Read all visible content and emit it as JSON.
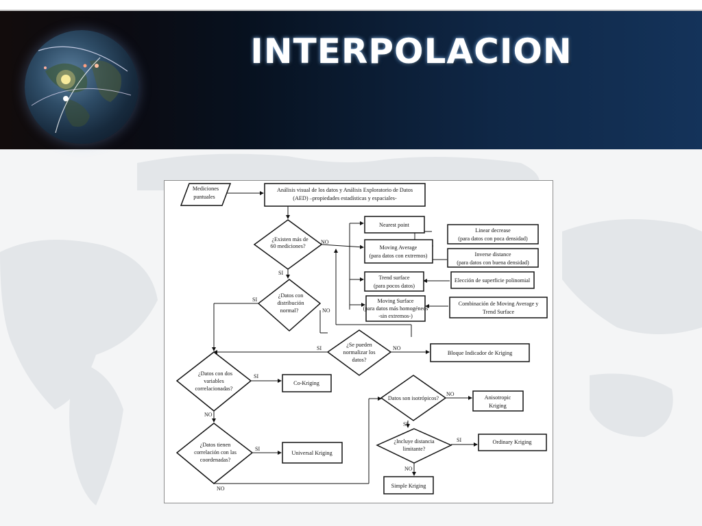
{
  "header": {
    "title": "INTERPOLACION"
  },
  "flowchart": {
    "input": [
      "Mediciones",
      "puntuales"
    ],
    "aed": [
      "Análisis visual de los datos y  Análisis Exploratorio de Datos",
      "(AED) –propiedades estadísticas y espaciales-"
    ],
    "d_60": [
      "¿Existen más de",
      "60 mediciones?"
    ],
    "nearest": "Nearest point",
    "moving_avg": [
      "Moving Average",
      "(para datos con extremos)"
    ],
    "linear_dec": [
      "Linear decrease",
      "(para datos con poca densidad)"
    ],
    "inv_dist": [
      "Inverse distance",
      "(para datos con buena densidad)"
    ],
    "trend": [
      "Trend surface",
      "(para pocos datos)"
    ],
    "eleccion": "Elección de superficie polinomial",
    "moving_surf": [
      "Moving Surface",
      "(para datos más homogéneos",
      "-sin extremos-)"
    ],
    "combinacion": [
      "Combinación de Moving Average y",
      "Trend Surface"
    ],
    "d_normal": [
      "¿Datos con",
      "distribución",
      "normal?"
    ],
    "d_normalizar": [
      "¿Se pueden",
      "normalizar los",
      "datos?"
    ],
    "bloque": "Bloque Indicador de Kriging",
    "d_vars": [
      "¿Datos con dos",
      "variables",
      "correlacionadas?"
    ],
    "cokriging": "Co-Kriging",
    "d_coord": [
      "¿Datos tienen",
      "correlación con las",
      "coordenadas?"
    ],
    "universal": "Universal Kriging",
    "d_iso": "Datos son isotrópicos?",
    "anisotropic": [
      "Anisotropic",
      "Kriging"
    ],
    "d_dist": [
      "¿Incluye distancia",
      "limitante?"
    ],
    "ordinary": "Ordinary Kriging",
    "simple": "Simple Kriging",
    "labels": {
      "si": "SI",
      "no": "NO"
    }
  }
}
